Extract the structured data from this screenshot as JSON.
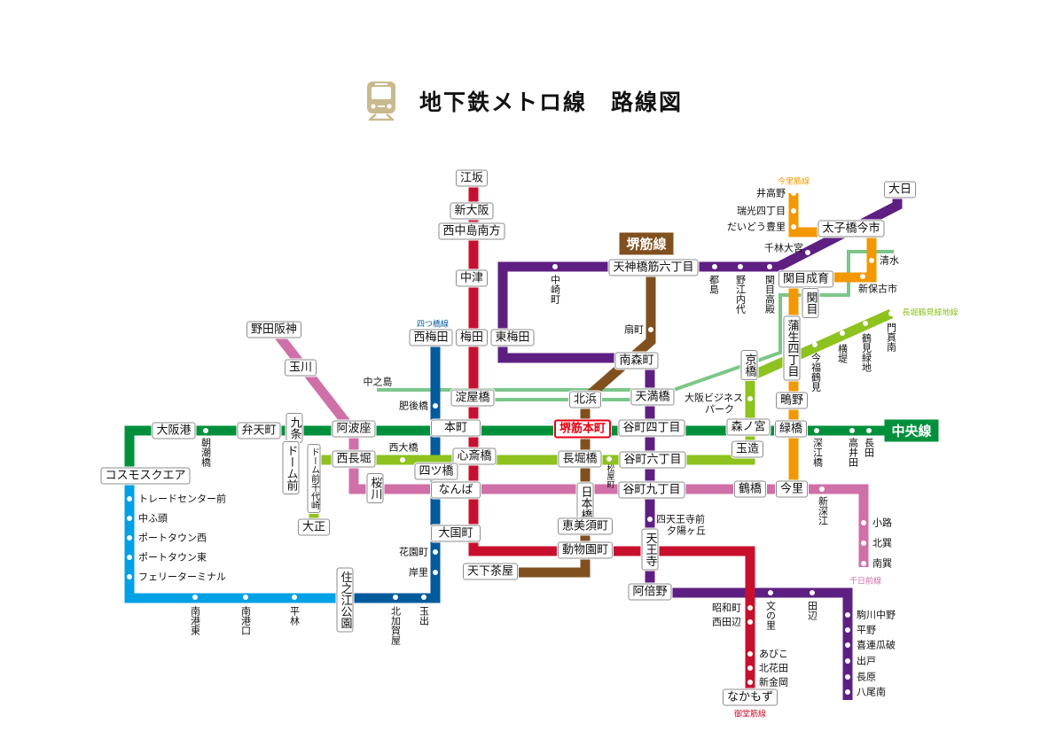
{
  "header": {
    "title": "地下鉄メトロ線　路線図",
    "icon": "train-icon"
  },
  "lines": {
    "midosuji": {
      "name": "御堂筋線",
      "color": "#c8102e"
    },
    "tanimachi": {
      "color": "#5e1f83"
    },
    "yotsubashi": {
      "name": "四つ橋線",
      "color": "#005a9c"
    },
    "chuo": {
      "name": "中央線",
      "color": "#00903c"
    },
    "sennichimae": {
      "name": "千日前線",
      "color": "#d070a8"
    },
    "sakaisuji": {
      "name": "堺筋線",
      "color": "#80501f"
    },
    "nagahori": {
      "name": "長堀鶴見緑地線",
      "color": "#8dc21f"
    },
    "imazato": {
      "name": "今里筋線",
      "color": "#f39800"
    },
    "nanko": {
      "color": "#00a0e6"
    },
    "keihan": {
      "color": "#7cc68a"
    }
  },
  "stations": {
    "midosuji": [
      "江坂",
      "新大阪",
      "西中島南方",
      "中津",
      "梅田",
      "淀屋橋",
      "本町",
      "心斎橋",
      "なんば",
      "大国町",
      "天王寺",
      "昭和町",
      "西田辺",
      "あびこ",
      "北花田",
      "新金岡",
      "なかもず"
    ],
    "tanimachi": [
      "大日",
      "太子橋今市",
      "千林大宮",
      "関目高殿",
      "野江内代",
      "都島",
      "天神橋筋六丁目",
      "中崎町",
      "東梅田",
      "南森町",
      "天満橋",
      "谷町四丁目",
      "谷町六丁目",
      "谷町九丁目",
      "四天王寺前",
      "夕陽ヶ丘",
      "阿倍野",
      "文の里",
      "田辺",
      "駒川中野",
      "平野",
      "喜連瓜破",
      "出戸",
      "長原",
      "八尾南"
    ],
    "yotsubashi": [
      "西梅田",
      "肥後橋",
      "四ツ橋",
      "花園町",
      "岸里",
      "玉出",
      "北加賀屋",
      "住之江公園"
    ],
    "chuo": [
      "コスモスクエア",
      "大阪港",
      "朝潮橋",
      "弁天町",
      "九条",
      "阿波座",
      "堺筋本町",
      "森ノ宮",
      "緑橋",
      "深江橋",
      "高井田",
      "長田"
    ],
    "sennichimae": [
      "野田阪神",
      "玉川",
      "西長堀",
      "桜川",
      "日本橋",
      "鶴橋",
      "今里",
      "新深江",
      "小路",
      "北巽",
      "南巽"
    ],
    "sakaisuji": [
      "扇町",
      "北浜",
      "長堀橋",
      "松屋町",
      "恵美須町",
      "動物園町",
      "天下茶屋"
    ],
    "nagahori": [
      "大正",
      "ドーム前千代崎",
      "西大橋",
      "玉造",
      "京橋",
      "大阪ビジネス",
      "パーク",
      "今福鶴見",
      "横堤",
      "鶴見緑地",
      "門真南"
    ],
    "imazato": [
      "井高野",
      "瑞光四丁目",
      "だいどう豊里",
      "清水",
      "新保古市",
      "関目成育",
      "関目",
      "蒲生四丁目",
      "鴫野"
    ],
    "nanko": [
      "トレードセンター前",
      "中ふ頭",
      "ポートタウン西",
      "ポートタウン東",
      "フェリーターミナル",
      "南港東",
      "南港口",
      "平林"
    ],
    "other": [
      "中之島",
      "ドーム前"
    ]
  }
}
